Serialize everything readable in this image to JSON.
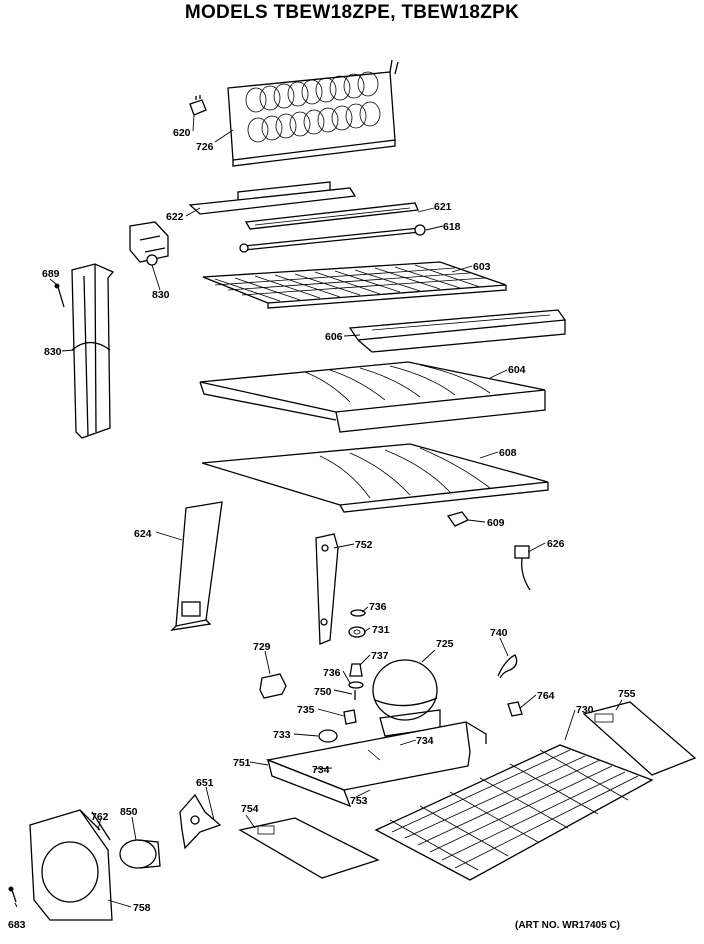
{
  "header": {
    "title": "MODELS TBEW18ZPE, TBEW18ZPK",
    "art_number": "(ART NO. WR17405 C)"
  },
  "part_labels": [
    "620",
    "726",
    "622",
    "621",
    "618",
    "830",
    "603",
    "689",
    "830",
    "606",
    "604",
    "608",
    "609",
    "624",
    "752",
    "626",
    "736",
    "731",
    "740",
    "729",
    "725",
    "737",
    "736",
    "750",
    "764",
    "755",
    "730",
    "735",
    "733",
    "734",
    "751",
    "734",
    "651",
    "762",
    "850",
    "753",
    "754",
    "683",
    "758"
  ]
}
